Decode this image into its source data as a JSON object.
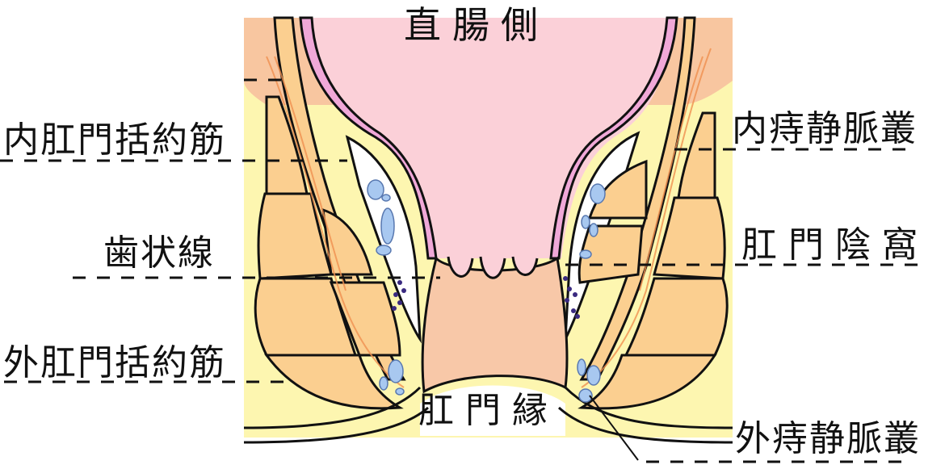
{
  "diagram": {
    "title": "直腸側",
    "labels": {
      "internal_sphincter": "内肛門括約筋",
      "dentate_line": "歯状線",
      "external_sphincter": "外肛門括約筋",
      "internal_hemorrhoidal_plexus": "内痔静脈叢",
      "anal_crypt": "肛門陰窩",
      "anal_verge": "肛門縁",
      "external_hemorrhoidal_plexus": "外痔静脈叢"
    },
    "colors": {
      "rectum_lumen": "#fbd0d8",
      "mucosa": "#f0a8d8",
      "muscle": "#fbcf90",
      "upper_tissue": "#f8c6a0",
      "fat": "#fdf6b0",
      "canal": "#f8c8a8",
      "vein": "#a8c8f0",
      "vessel_dark": "#3a2a80",
      "outline": "#111111",
      "fiber": "#f09050"
    }
  }
}
